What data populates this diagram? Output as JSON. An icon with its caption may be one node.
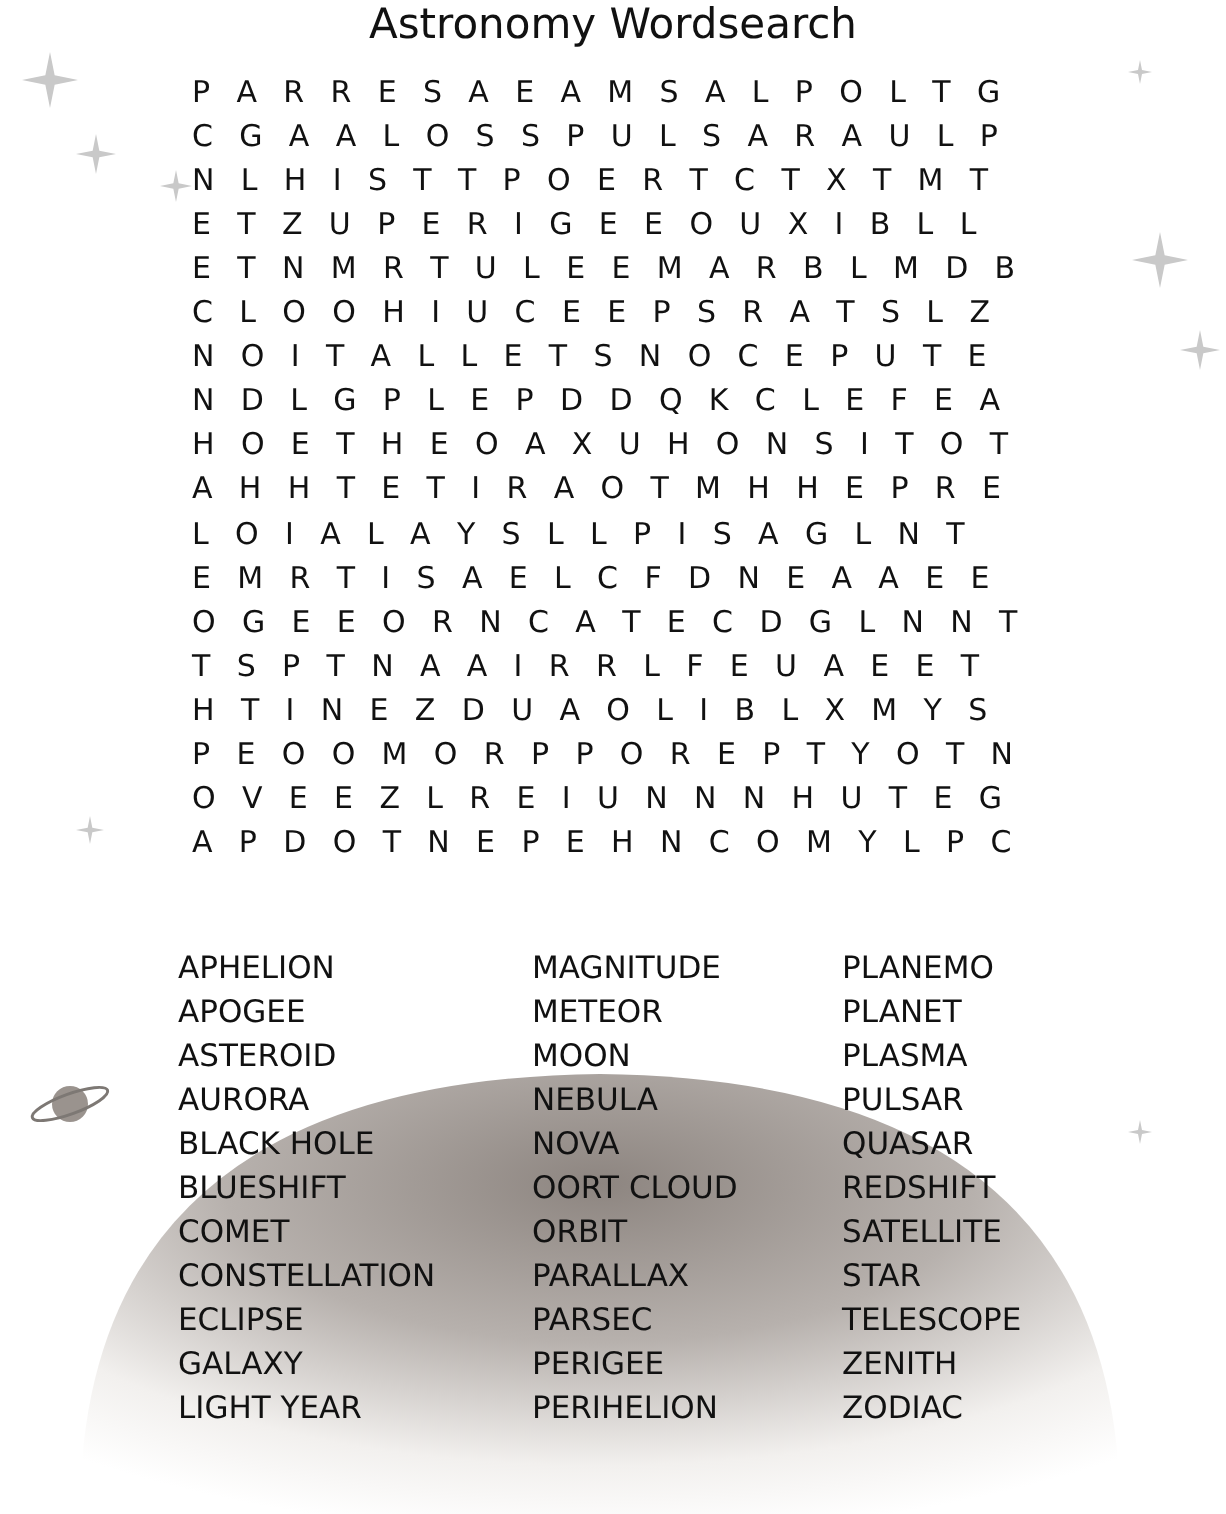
{
  "diagram": {
    "title": "Astronomy Wordsearch",
    "labels": [
      "P A R R E S A E A M S A L P O L T G",
      "C G A A L O S S P U L S A R A U L P",
      "N L H I S T T P O E R T C T X T M T",
      "E T Z U P E R I G E E O U X I B L L",
      "E T N M R T U L E E M A R B L M D B",
      "C L O O H I U C E E P S R A T S L Z",
      "N O I T A L L E T S N O C E P U T E",
      "N D L G P L E P D D Q K C L E F E A",
      "H O E T H E O A X U H O N S I T O T",
      "A H H T E T I R A O T M H H E P R E",
      "L O I A L A Y S L L P I S A G L N T",
      "E M R T I S A E L C F D N E A A E E",
      "O G E E O R N C A T E C D G L N N T",
      "T S P T N A A I R R L F E U A E E T",
      "H T I N E Z D U A O L I B L X M Y S",
      "P E O O M O R P P O R E P T Y O T N",
      "O V E E Z L R E I U N N N H U T E G",
      "A P D O T N E P E H N C O M Y L P C",
      "APHELION",
      "MAGNITUDE",
      "PLANEMO",
      "APOGEE",
      "METEOR",
      "PLANET",
      "ASTEROID",
      "MOON",
      "PLASMA",
      "AURORA",
      "NEBULA",
      "PULSAR",
      "BLACK HOLE",
      "NOVA",
      "QUASAR",
      "BLUESHIFT",
      "OORT CLOUD",
      "REDSHIFT",
      "COMET",
      "ORBIT",
      "SATELLITE",
      "CONSTELLATION",
      "PARALLAX",
      "STAR",
      "ECLIPSE",
      "PARSEC",
      "TELESCOPE",
      "GALAXY",
      "PERIGEE",
      "ZENITH",
      "LIGHT YEAR",
      "PERIHELION",
      "ZODIAC"
    ]
  }
}
